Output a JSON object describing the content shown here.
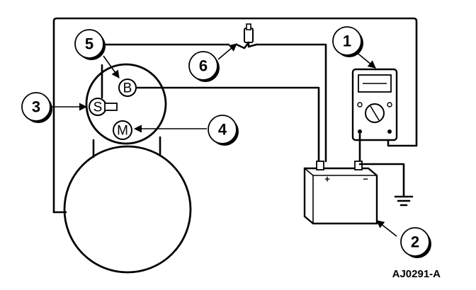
{
  "callouts": [
    "1",
    "2",
    "3",
    "4",
    "5",
    "6"
  ],
  "terminals": {
    "battery": "B",
    "starter": "S",
    "motor": "M"
  },
  "battery_polarity": {
    "positive": "+",
    "negative": "−"
  },
  "figure_id": "AJ0291-A"
}
